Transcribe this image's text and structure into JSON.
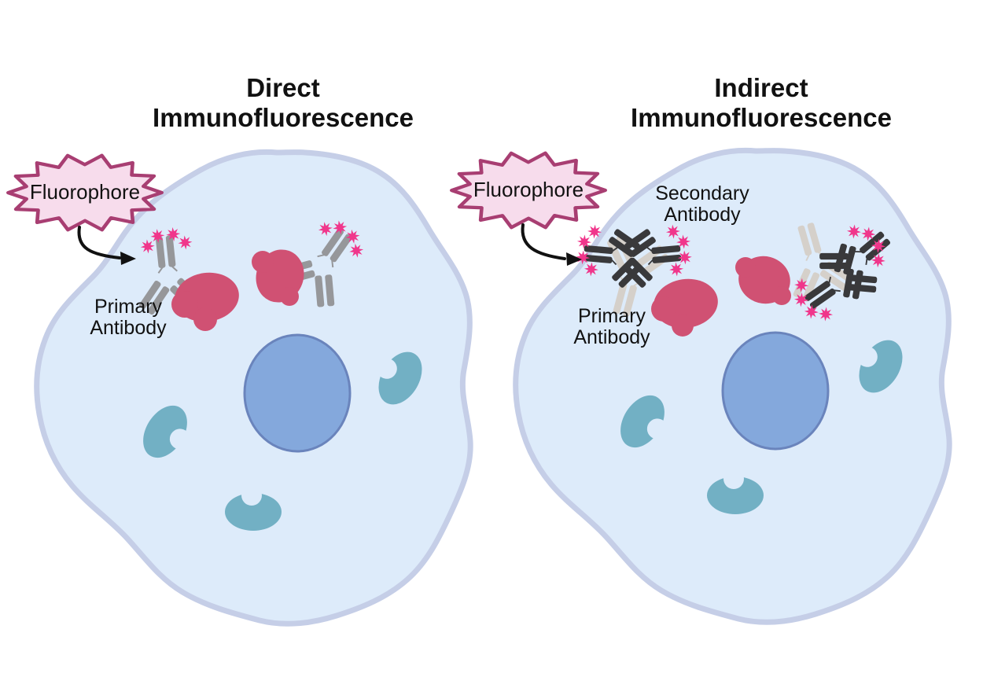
{
  "page": {
    "background": "#ffffff"
  },
  "panels": [
    {
      "id": "direct",
      "title_line1": "Direct",
      "title_line2": "Immunofluorescence",
      "labels": {
        "fluorophore": "Fluorophore",
        "primary_line1": "Primary",
        "primary_line2": "Antibody"
      }
    },
    {
      "id": "indirect",
      "title_line1": "Indirect",
      "title_line2": "Immunofluorescence",
      "labels": {
        "fluorophore": "Fluorophore",
        "primary_line1": "Primary",
        "primary_line2": "Antibody",
        "secondary_line1": "Secondary",
        "secondary_line2": "Antibody"
      }
    }
  ],
  "colors": {
    "page_bg": "#ffffff",
    "ink": "#111111",
    "cell_fill": "#ddebfa",
    "cell_membrane": "#c5cee7",
    "nucleus_fill": "#84a8dc",
    "nucleus_stroke": "#6a84bc",
    "organelle": "#72b0c4",
    "antigen": "#d05173",
    "ab_gray": "#96979a",
    "ab_light": "#d5d0ca",
    "ab_dark": "#39393b",
    "star": "#f0368b",
    "burst_fill": "#f7dcec",
    "burst_stroke": "#a83e72"
  }
}
